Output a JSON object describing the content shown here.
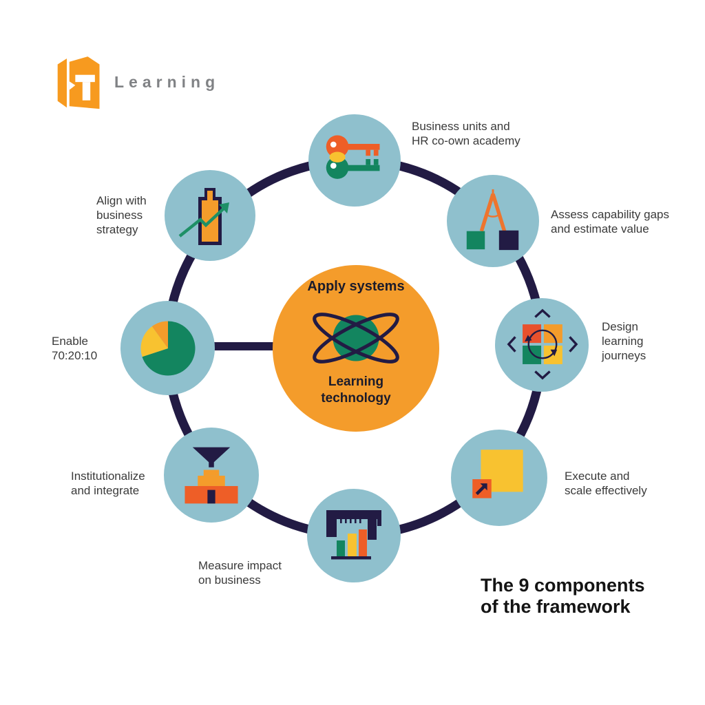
{
  "logo": {
    "wordmark": "Learning"
  },
  "title": {
    "line1": "The 9 components",
    "line2": "of the framework"
  },
  "center": {
    "top_label": "Apply systems",
    "bottom_line1": "Learning",
    "bottom_line2": "technology",
    "icon": "atom-icon"
  },
  "nodes": [
    {
      "id": "business-units",
      "icon": "keys-icon",
      "lines": [
        "Business units and",
        "HR co-own academy"
      ]
    },
    {
      "id": "assess-gaps",
      "icon": "compass-icon",
      "lines": [
        "Assess capability gaps",
        "and estimate value"
      ]
    },
    {
      "id": "design-journeys",
      "icon": "journey-cycle-icon",
      "lines": [
        "Design",
        "learning",
        "journeys"
      ]
    },
    {
      "id": "execute-scale",
      "icon": "scale-up-icon",
      "lines": [
        "Execute and",
        "scale effectively"
      ]
    },
    {
      "id": "measure-impact",
      "icon": "measure-chart-icon",
      "lines": [
        "Measure impact",
        "on business"
      ]
    },
    {
      "id": "institutionalize",
      "icon": "funnel-foundation-icon",
      "lines": [
        "Institutionalize",
        "and integrate"
      ]
    },
    {
      "id": "enable-702010",
      "icon": "pie-chart-icon",
      "lines": [
        "Enable",
        "70:20:10"
      ]
    },
    {
      "id": "align-strategy",
      "icon": "battery-growth-icon",
      "lines": [
        "Align with",
        "business",
        "strategy"
      ]
    }
  ],
  "pie_ratio": "70:20:10",
  "colors": {
    "orange": "#F49C2B",
    "deep_orange": "#EE5E27",
    "yellow": "#F8C230",
    "green": "#13855F",
    "navy": "#221B44",
    "light_blue": "#8FC0CD",
    "text_dark": "#3A3A3A",
    "title_dark": "#141414",
    "logo_gray": "#808285",
    "background": "#FFFFFF"
  }
}
